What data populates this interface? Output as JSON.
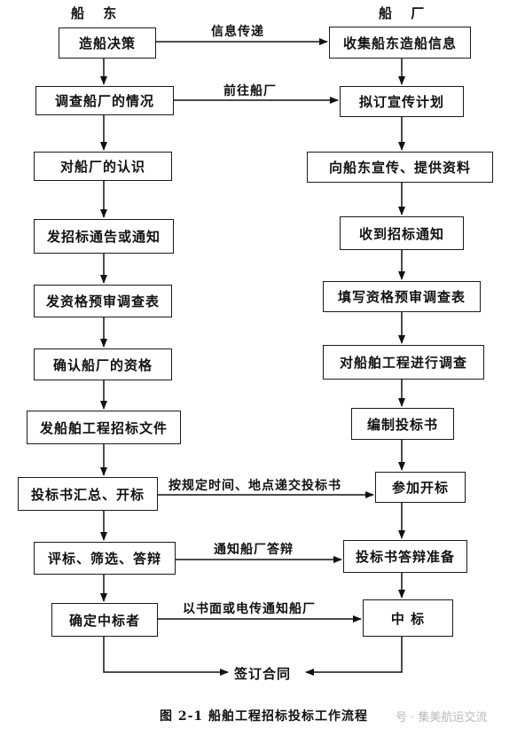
{
  "headers": {
    "left": "船 东",
    "right": "船 厂"
  },
  "left_steps": [
    "造船决策",
    "调查船厂的情况",
    "对船厂的认识",
    "发招标通告或通知",
    "发资格预审调查表",
    "确认船厂的资格",
    "发船舶工程招标文件",
    "投标书汇总、开标",
    "评标、筛选、答辩",
    "确定中标者"
  ],
  "right_steps": [
    "收集船东造船信息",
    "拟订宣传计划",
    "向船东宣传、提供资料",
    "收到招标通知",
    "填写资格预审调查表",
    "对船舶工程进行调查",
    "编制投标书",
    "参加开标",
    "投标书答辩准备",
    "中 标"
  ],
  "links": [
    "信息传递",
    "前往船厂",
    "按规定时间、地点递交投标书",
    "通知船厂答辩",
    "以书面或电传通知船厂"
  ],
  "final": "签订合同",
  "caption": "图 2-1  船舶工程招标投标工作流程",
  "watermark": "号 · 集美航运交流"
}
